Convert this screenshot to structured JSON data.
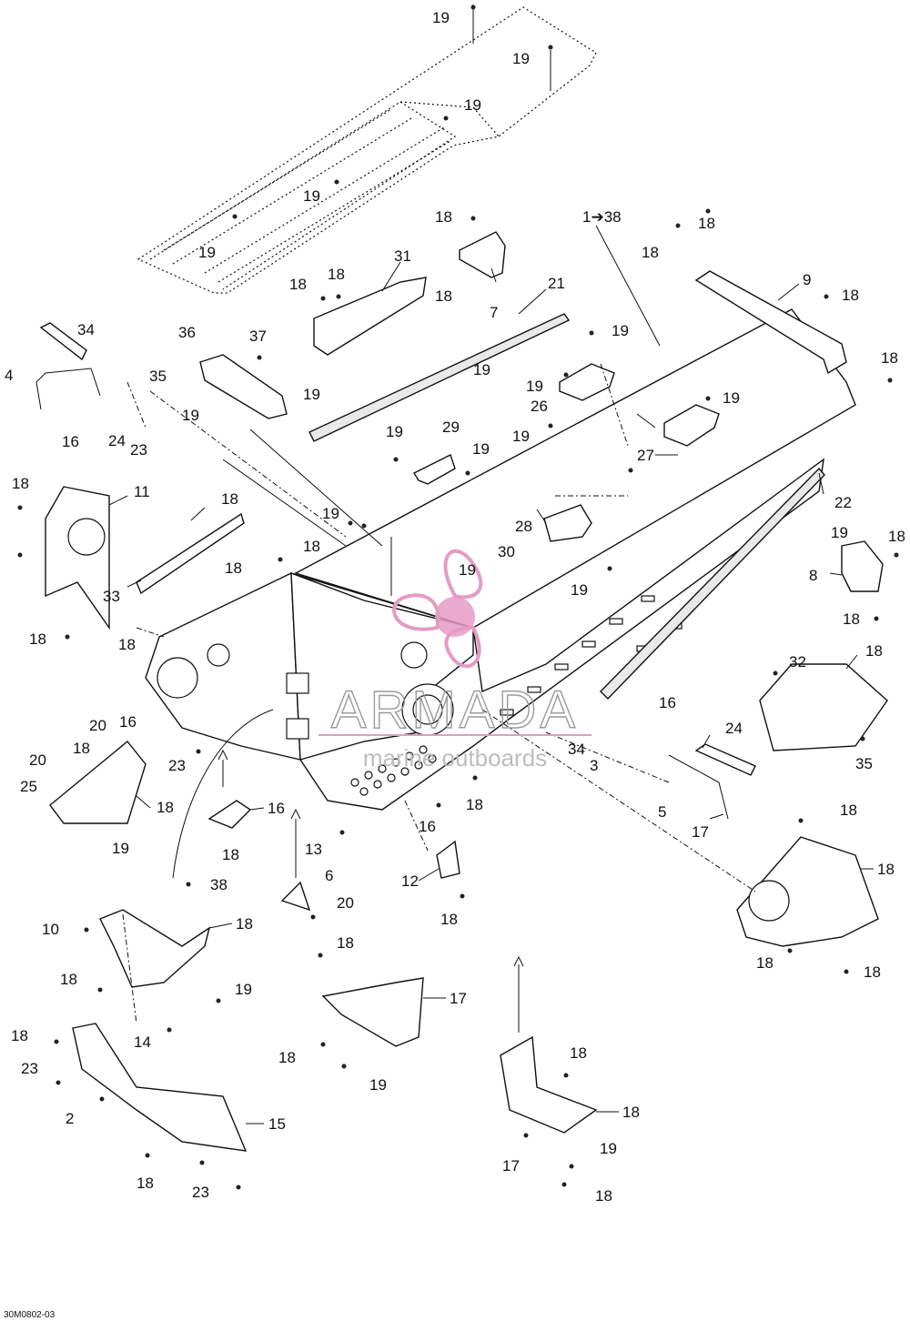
{
  "diagram_code": "30M0802-03",
  "watermark": {
    "brand": "ARMADA",
    "tagline": "marine outboards",
    "colors": {
      "logo": "#e59bc4",
      "text": "#9a9a9a"
    }
  },
  "callouts": [
    {
      "id": "c1",
      "text": "19"
    },
    {
      "id": "c2",
      "text": "19"
    },
    {
      "id": "c3",
      "text": "19"
    },
    {
      "id": "c4",
      "text": "19"
    },
    {
      "id": "c5",
      "text": "19"
    },
    {
      "id": "c6",
      "text": "18"
    },
    {
      "id": "c7",
      "text": "1➔38"
    },
    {
      "id": "c8",
      "text": "18"
    },
    {
      "id": "c9",
      "text": "18"
    },
    {
      "id": "c10",
      "text": "31"
    },
    {
      "id": "c11",
      "text": "18"
    },
    {
      "id": "c12",
      "text": "18"
    },
    {
      "id": "c13",
      "text": "18"
    },
    {
      "id": "c14",
      "text": "7"
    },
    {
      "id": "c15",
      "text": "9"
    },
    {
      "id": "c16",
      "text": "18"
    },
    {
      "id": "c17",
      "text": "21"
    },
    {
      "id": "c18",
      "text": "34"
    },
    {
      "id": "c19",
      "text": "36"
    },
    {
      "id": "c20",
      "text": "37"
    },
    {
      "id": "c21",
      "text": "19"
    },
    {
      "id": "c22",
      "text": "18"
    },
    {
      "id": "c23",
      "text": "4"
    },
    {
      "id": "c24",
      "text": "35"
    },
    {
      "id": "c25",
      "text": "19"
    },
    {
      "id": "c26",
      "text": "19"
    },
    {
      "id": "c27",
      "text": "19"
    },
    {
      "id": "c28",
      "text": "26"
    },
    {
      "id": "c29",
      "text": "19"
    },
    {
      "id": "c30",
      "text": "16"
    },
    {
      "id": "c31",
      "text": "24"
    },
    {
      "id": "c32",
      "text": "23"
    },
    {
      "id": "c33",
      "text": "19"
    },
    {
      "id": "c34",
      "text": "29"
    },
    {
      "id": "c35",
      "text": "19"
    },
    {
      "id": "c36",
      "text": "19"
    },
    {
      "id": "c37",
      "text": "27"
    },
    {
      "id": "c38",
      "text": "19"
    },
    {
      "id": "c39",
      "text": "18"
    },
    {
      "id": "c40",
      "text": "11"
    },
    {
      "id": "c41",
      "text": "18"
    },
    {
      "id": "c42",
      "text": "19"
    },
    {
      "id": "c43",
      "text": "22"
    },
    {
      "id": "c44",
      "text": "19"
    },
    {
      "id": "c45",
      "text": "18"
    },
    {
      "id": "c46",
      "text": "28"
    },
    {
      "id": "c47",
      "text": "30"
    },
    {
      "id": "c48",
      "text": "18"
    },
    {
      "id": "c49",
      "text": "18"
    },
    {
      "id": "c50",
      "text": "33"
    },
    {
      "id": "c51",
      "text": "19"
    },
    {
      "id": "c52",
      "text": "19"
    },
    {
      "id": "c53",
      "text": "8"
    },
    {
      "id": "c54",
      "text": "18"
    },
    {
      "id": "c55",
      "text": "18"
    },
    {
      "id": "c56",
      "text": "18"
    },
    {
      "id": "c57",
      "text": "32"
    },
    {
      "id": "c58",
      "text": "18"
    },
    {
      "id": "c59",
      "text": "35"
    },
    {
      "id": "c60",
      "text": "16"
    },
    {
      "id": "c61",
      "text": "20"
    },
    {
      "id": "c62",
      "text": "16"
    },
    {
      "id": "c63",
      "text": "20"
    },
    {
      "id": "c64",
      "text": "18"
    },
    {
      "id": "c65",
      "text": "23"
    },
    {
      "id": "c66",
      "text": "34"
    },
    {
      "id": "c67",
      "text": "24"
    },
    {
      "id": "c68",
      "text": "3"
    },
    {
      "id": "c69",
      "text": "25"
    },
    {
      "id": "c70",
      "text": "18"
    },
    {
      "id": "c71",
      "text": "18"
    },
    {
      "id": "c72",
      "text": "13"
    },
    {
      "id": "c73",
      "text": "16"
    },
    {
      "id": "c74",
      "text": "16"
    },
    {
      "id": "c75",
      "text": "5"
    },
    {
      "id": "c76",
      "text": "17"
    },
    {
      "id": "c77",
      "text": "19"
    },
    {
      "id": "c78",
      "text": "18"
    },
    {
      "id": "c79",
      "text": "18"
    },
    {
      "id": "c80",
      "text": "20"
    },
    {
      "id": "c81",
      "text": "38"
    },
    {
      "id": "c82",
      "text": "6"
    },
    {
      "id": "c83",
      "text": "12"
    },
    {
      "id": "c84",
      "text": "18"
    },
    {
      "id": "c85",
      "text": "18"
    },
    {
      "id": "c86",
      "text": "10"
    },
    {
      "id": "c87",
      "text": "18"
    },
    {
      "id": "c88",
      "text": "18"
    },
    {
      "id": "c89",
      "text": "18"
    },
    {
      "id": "c90",
      "text": "18"
    },
    {
      "id": "c91",
      "text": "19"
    },
    {
      "id": "c92",
      "text": "18"
    },
    {
      "id": "c93",
      "text": "14"
    },
    {
      "id": "c94",
      "text": "17"
    },
    {
      "id": "c95",
      "text": "18"
    },
    {
      "id": "c96",
      "text": "23"
    },
    {
      "id": "c97",
      "text": "18"
    },
    {
      "id": "c98",
      "text": "19"
    },
    {
      "id": "c99",
      "text": "18"
    },
    {
      "id": "c100",
      "text": "2"
    },
    {
      "id": "c101",
      "text": "15"
    },
    {
      "id": "c102",
      "text": "18"
    },
    {
      "id": "c103",
      "text": "19"
    },
    {
      "id": "c104",
      "text": "17"
    },
    {
      "id": "c105",
      "text": "18"
    },
    {
      "id": "c106",
      "text": "23"
    },
    {
      "id": "c107",
      "text": "18"
    }
  ]
}
